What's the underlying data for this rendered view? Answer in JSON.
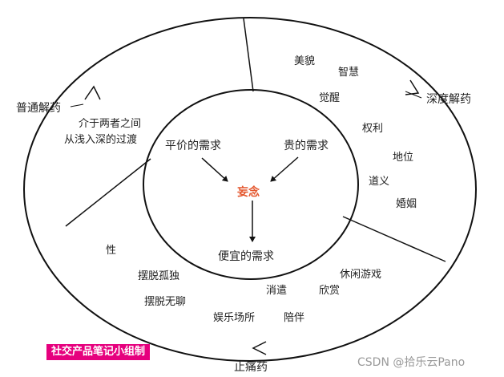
{
  "diagram": {
    "core": "妄念",
    "inner_needs": [
      "平价的需求",
      "贵的需求",
      "便宜的需求"
    ],
    "deep_remedy": {
      "label": "深度解药",
      "items": [
        "美貌",
        "智慧",
        "觉醒",
        "权利",
        "地位",
        "道义",
        "婚姻"
      ]
    },
    "common_remedy": {
      "label": "普通解药",
      "items": [
        "介于两者之间",
        "从浅入深的过渡"
      ]
    },
    "painkiller": {
      "label": "止痛药",
      "items": [
        "性",
        "摆脱孤独",
        "摆脱无聊",
        "消遣",
        "欣赏",
        "休闲游戏",
        "娱乐场所",
        "陪伴"
      ]
    }
  },
  "tag": "社交产品笔记小组制",
  "credit": "CSDN @拾乐云Pano",
  "colors": {
    "core": "#e4572e",
    "tag_bg": "#e6007e",
    "line": "#111111"
  }
}
